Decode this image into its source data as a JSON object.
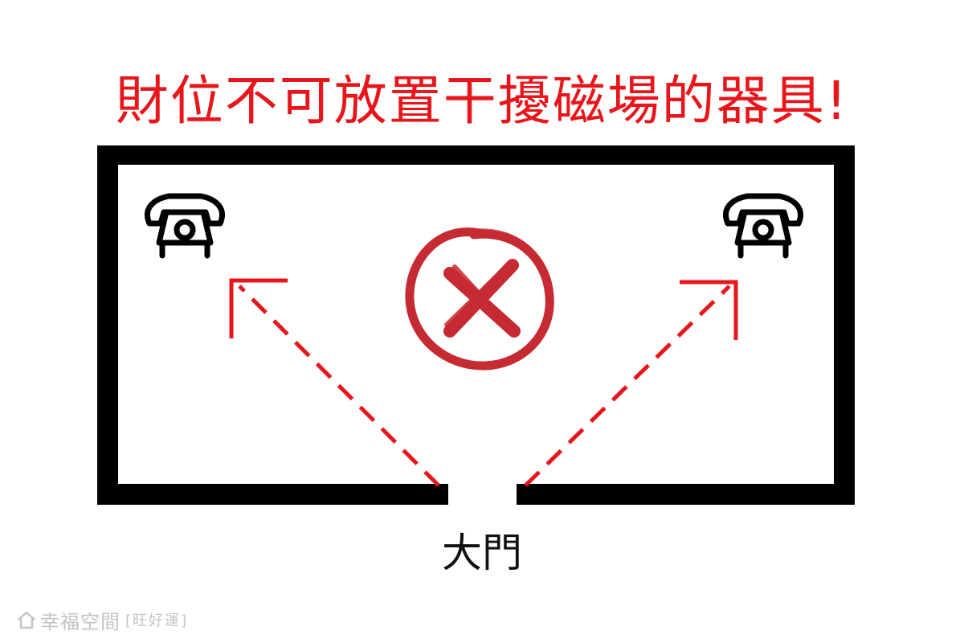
{
  "title": "財位不可放置干擾磁場的器具!",
  "door_label": "大門",
  "watermark": {
    "brand": "幸福空間",
    "tag": "[旺好運]"
  },
  "colors": {
    "title": "#e8161b",
    "arrow": "#e8161b",
    "prohibition": "#c62a33",
    "wall": "#000000",
    "watermark": "#c4c4c4"
  },
  "icons": {
    "left_corner": "telephone-icon",
    "right_corner": "telephone-icon",
    "center": "prohibited-x-icon",
    "watermark": "house-logo-icon"
  }
}
